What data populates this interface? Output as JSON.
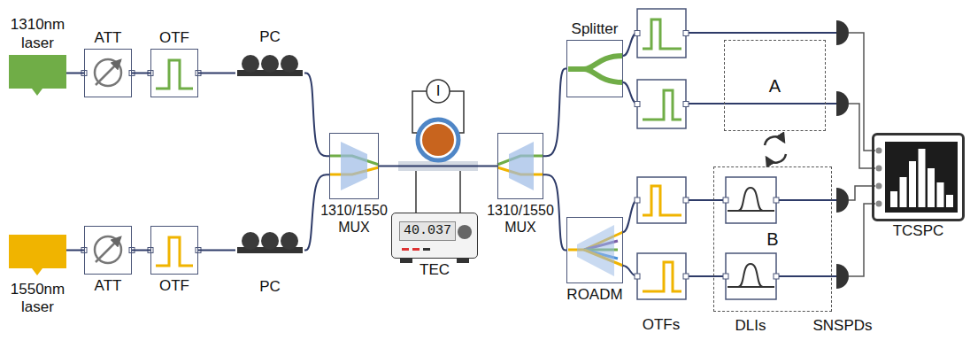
{
  "diagram": {
    "nodes": [
      {
        "text": [
          "1310nm laser"
        ]
      },
      {
        "text": [
          "ATT"
        ]
      },
      {
        "text": [
          "OTF"
        ]
      },
      {
        "text": [
          "PC"
        ]
      },
      {
        "text": [
          "1550nm laser"
        ]
      },
      {
        "text": [
          "ATT"
        ]
      },
      {
        "text": [
          "OTF"
        ]
      },
      {
        "text": [
          "PC"
        ]
      },
      {
        "text": [
          "1310/1550 MUX"
        ]
      },
      {
        "text": [
          "40.037",
          "TEC"
        ]
      },
      {
        "text": [
          "1310/1550 MUX"
        ]
      },
      {
        "text": [
          "Splitter"
        ]
      },
      {
        "text": [
          "ROADM"
        ]
      },
      {
        "text": [
          "A"
        ]
      },
      {
        "text": [
          "B"
        ]
      },
      {
        "text": [
          "TCSPC"
        ]
      }
    ],
    "edges": [
      {
        "from": 0,
        "to": 1,
        "arrow": "none"
      },
      {
        "from": 1,
        "to": 2,
        "arrow": "none"
      },
      {
        "from": 2,
        "to": 3,
        "arrow": "none"
      },
      {
        "from": 3,
        "to": 8,
        "arrow": "none"
      },
      {
        "from": 4,
        "to": 5,
        "arrow": "none"
      },
      {
        "from": 5,
        "to": 6,
        "arrow": "none"
      },
      {
        "from": 6,
        "to": 7,
        "arrow": "none"
      },
      {
        "from": 7,
        "to": 8,
        "arrow": "none"
      },
      {
        "from": 8,
        "to": 10,
        "arrow": "none"
      },
      {
        "from": 10,
        "to": 11,
        "arrow": "none"
      },
      {
        "from": 10,
        "to": 12,
        "arrow": "none"
      }
    ],
    "labels": [
      "I",
      "OTFs",
      "DLIs",
      "SNSPDs"
    ]
  }
}
